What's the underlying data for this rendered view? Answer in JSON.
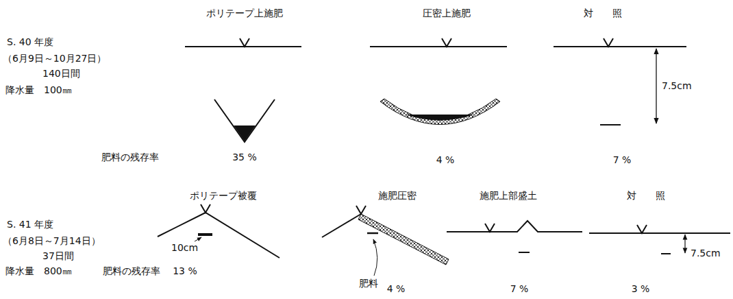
{
  "diagram": {
    "labels": [
      "ポリテープ上施肥",
      "圧密上施肥",
      "対　　照",
      "S. 40 年度",
      "（6月9日～10月27日）",
      "140日間",
      "降水量　100㎜",
      "7.5cm",
      "肥料の残存率",
      "35 %",
      "4 %",
      "7 %",
      "ポリテープ被覆",
      "施肥圧密",
      "施肥上部盛土",
      "対　　照",
      "S. 41 年度",
      "（6月8日～7月14日）",
      "37日間",
      "降水量　800㎜",
      "10cm",
      "肥料の残存率",
      "13 %",
      "肥料",
      "4 %",
      "7 %",
      "3 %",
      "7.5cm"
    ]
  }
}
